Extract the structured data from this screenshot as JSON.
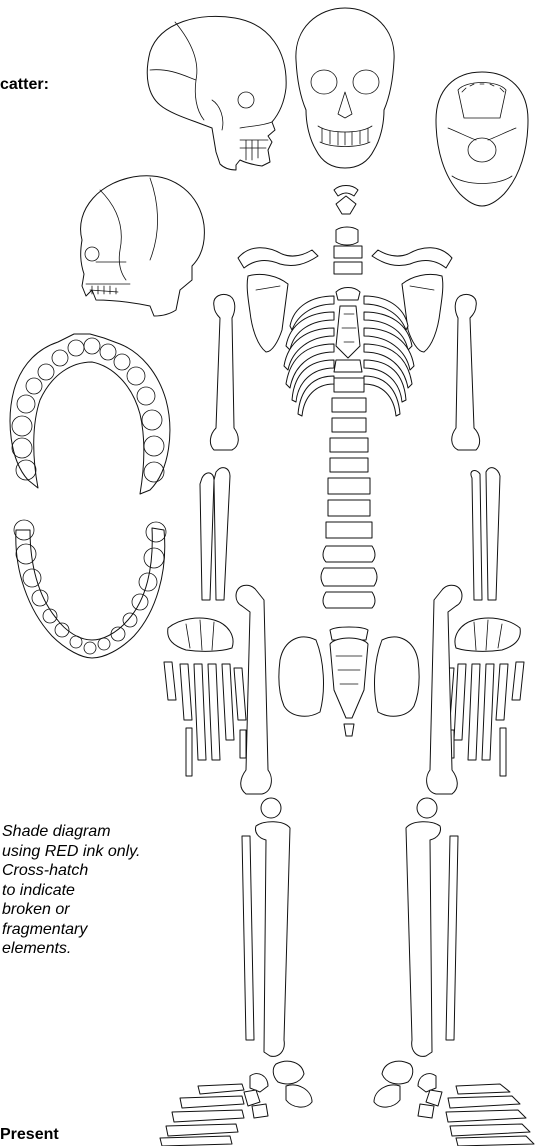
{
  "labels": {
    "scatter": "catter:",
    "present": "Present"
  },
  "instructions": [
    "Shade diagram",
    "using RED ink only.",
    "Cross-hatch",
    "to indicate",
    "broken or",
    "fragmentary",
    "elements."
  ],
  "colors": {
    "ink": "#111111",
    "background": "#ffffff"
  }
}
